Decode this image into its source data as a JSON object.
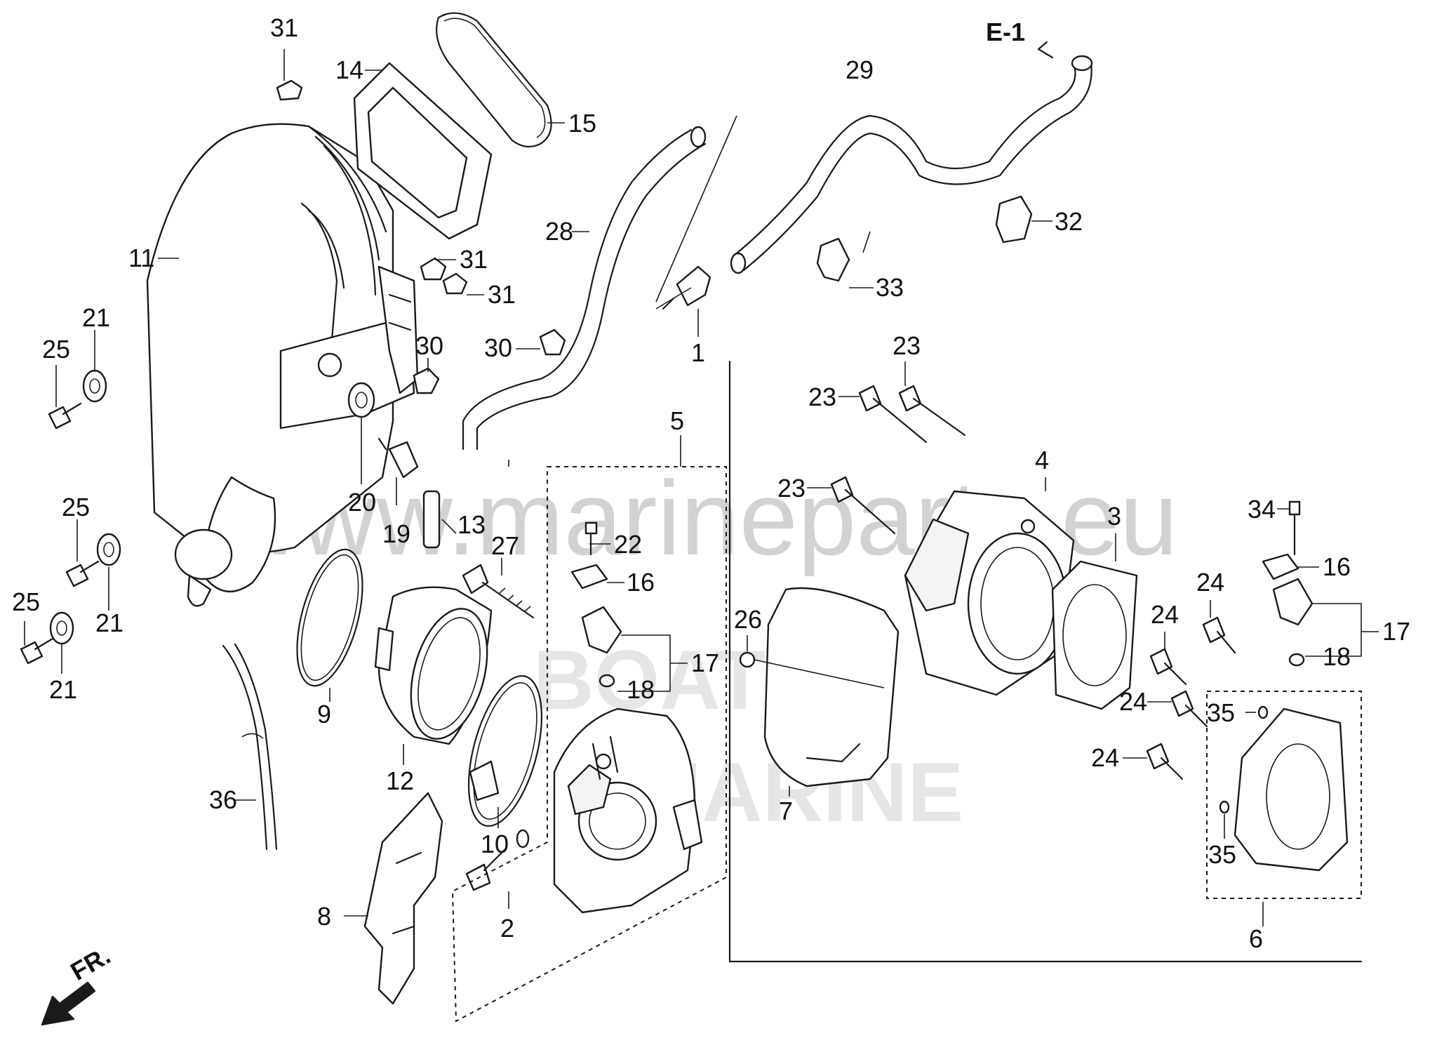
{
  "watermark": {
    "url": "www.marineparts.eu",
    "brand_line1": "BOAT",
    "brand_line2": "MARINE"
  },
  "reference": {
    "e1": "E-1",
    "front": "FR."
  },
  "callouts": {
    "c1": "1",
    "c2": "2",
    "c3": "3",
    "c4": "4",
    "c5": "5",
    "c6": "6",
    "c7": "7",
    "c8": "8",
    "c9": "9",
    "c10": "10",
    "c11": "11",
    "c12": "12",
    "c13": "13",
    "c14": "14",
    "c15": "15",
    "c16a": "16",
    "c16b": "16",
    "c17a": "17",
    "c17b": "17",
    "c18a": "18",
    "c18b": "18",
    "c19": "19",
    "c20": "20",
    "c21a": "21",
    "c21b": "21",
    "c21c": "21",
    "c22": "22",
    "c23a": "23",
    "c23b": "23",
    "c23c": "23",
    "c24a": "24",
    "c24b": "24",
    "c24c": "24",
    "c24d": "24",
    "c25a": "25",
    "c25b": "25",
    "c25c": "25",
    "c26": "26",
    "c27": "27",
    "c28": "28",
    "c29": "29",
    "c30a": "30",
    "c30b": "30",
    "c31a": "31",
    "c31b": "31",
    "c31c": "31",
    "c32": "32",
    "c33": "33",
    "c34": "34",
    "c35a": "35",
    "c35b": "35",
    "c36": "36"
  }
}
